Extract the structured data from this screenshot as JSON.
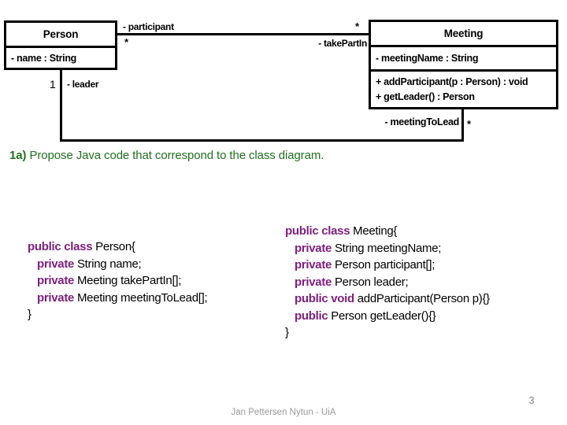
{
  "slide": {
    "heading": {
      "number": "1a)",
      "text": " Propose Java code that correspond to the class diagram."
    },
    "footer_author": "Jan Pettersen Nytun - UiA",
    "page_number": "3"
  },
  "colors": {
    "heading_green": "#1f701f",
    "keyword_purple": "#7d1f7d",
    "diagram_black": "#000000",
    "footer_gray": "#9a9a9a"
  },
  "diagram": {
    "person": {
      "title": "Person",
      "attributes": [
        "- name : String"
      ]
    },
    "meeting": {
      "title": "Meeting",
      "attributes": [
        "- meetingName : String"
      ],
      "operations": [
        "+ addParticipant(p : Person) : void",
        "+ getLeader() : Person"
      ]
    },
    "associations": {
      "participant": {
        "role_near_person": "- participant",
        "mult_near_person": "*",
        "mult_near_meeting": "*",
        "role_near_meeting": "- takePartIn"
      },
      "leader": {
        "mult_near_person": "1",
        "role_near_person": "- leader",
        "role_near_meeting": "- meetingToLead",
        "mult_near_meeting": "*"
      }
    }
  },
  "code": {
    "person": {
      "lines": [
        {
          "kw": "public class",
          "rest": " Person{"
        },
        {
          "kw": "private",
          "rest": " String name;",
          "indent": true
        },
        {
          "kw": "private",
          "rest": " Meeting takePartIn[];",
          "indent": true
        },
        {
          "kw": "private",
          "rest": " Meeting meetingToLead[];",
          "indent": true
        },
        {
          "kw": "",
          "rest": "}"
        }
      ]
    },
    "meeting": {
      "lines": [
        {
          "kw": "public class",
          "rest": " Meeting{"
        },
        {
          "kw": "private",
          "rest": " String meetingName;",
          "indent": true
        },
        {
          "kw": "private",
          "rest": " Person participant[];",
          "indent": true
        },
        {
          "kw": "private",
          "rest": " Person leader;",
          "indent": true
        },
        {
          "kw": "public void",
          "rest": " addParticipant(Person p){}",
          "indent": true
        },
        {
          "kw": "public",
          "rest": " Person getLeader(){}",
          "indent": true
        },
        {
          "kw": "",
          "rest": "}"
        }
      ]
    }
  }
}
